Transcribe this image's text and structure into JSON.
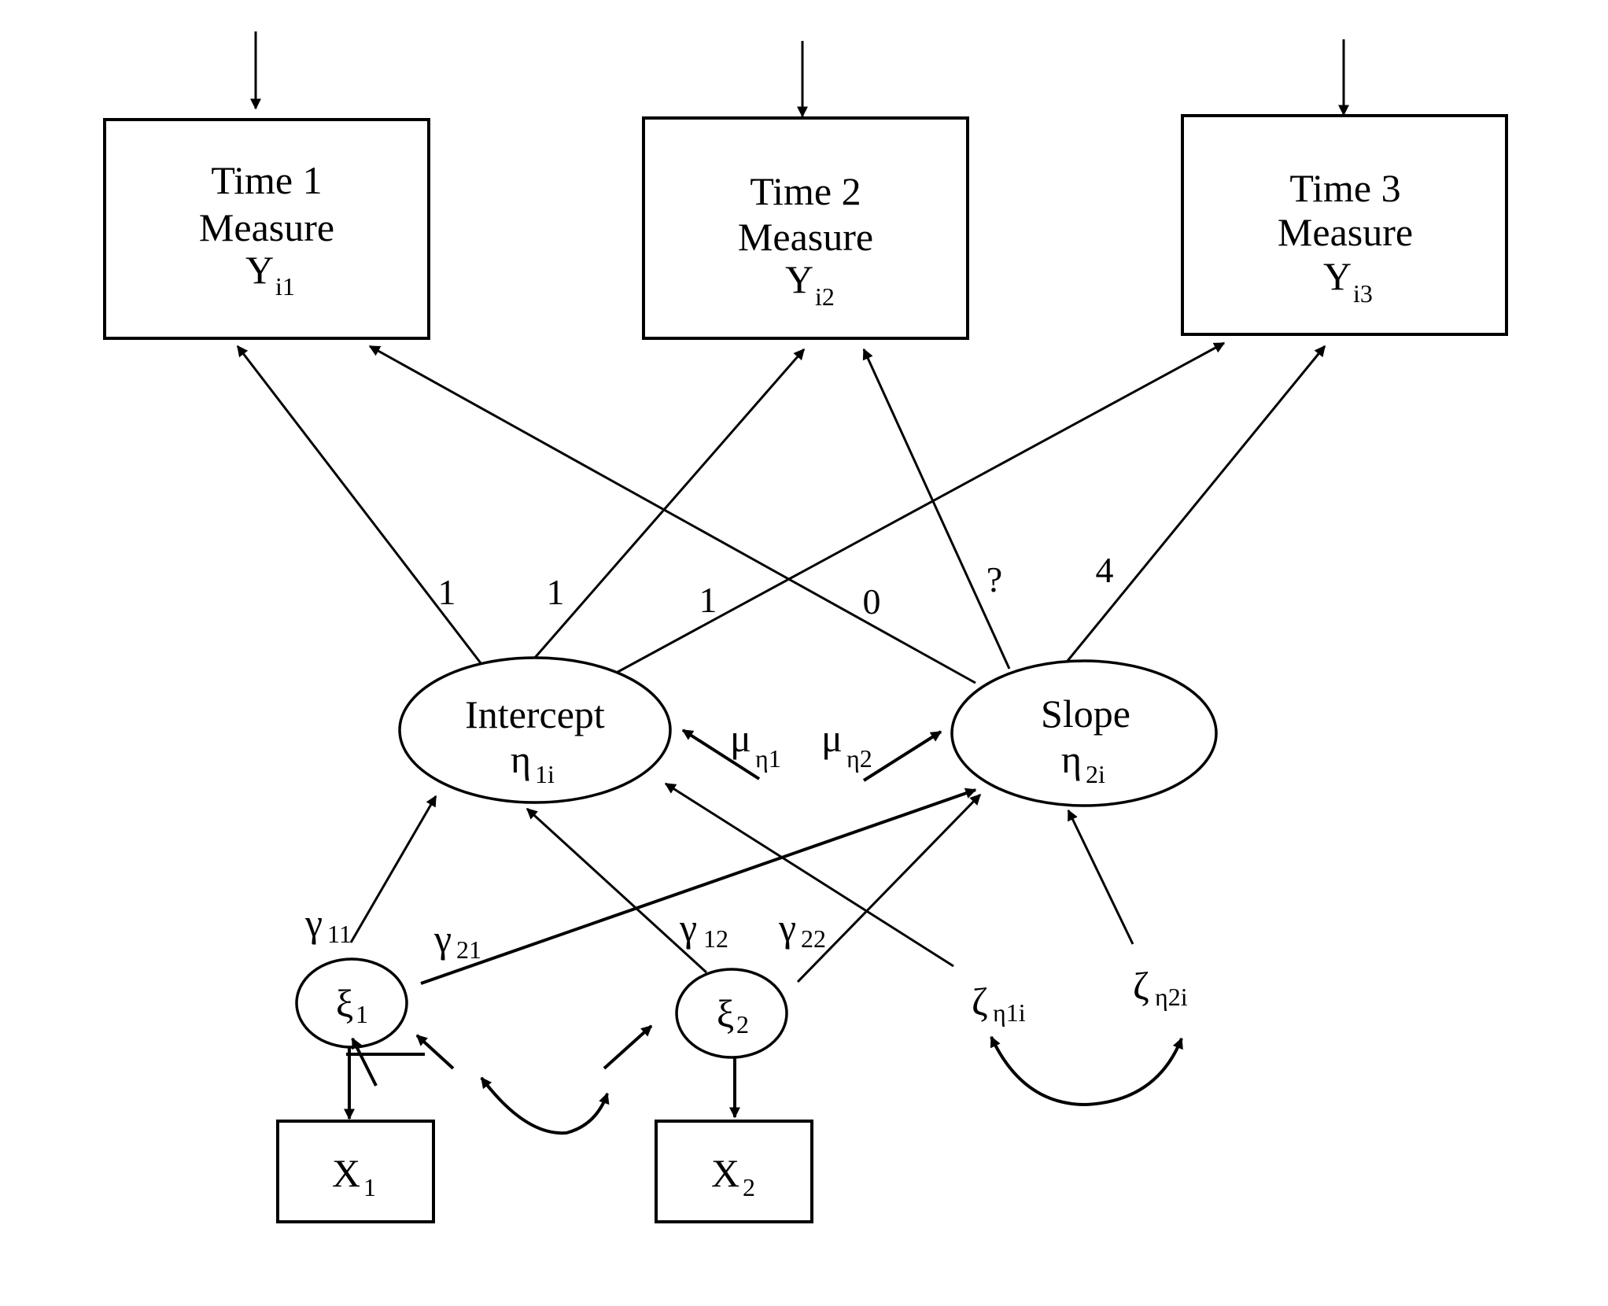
{
  "diagram": {
    "type": "latent growth curve path diagram",
    "measures": [
      {
        "line1": "Time 1",
        "line2": "Measure",
        "symbol": "Y",
        "subscript": "i1"
      },
      {
        "line1": "Time 2",
        "line2": "Measure",
        "symbol": "Y",
        "subscript": "i2"
      },
      {
        "line1": "Time 3",
        "line2": "Measure",
        "symbol": "Y",
        "subscript": "i3"
      }
    ],
    "factors": {
      "intercept": {
        "label": "Intercept",
        "symbol": "η",
        "subscript": "1i"
      },
      "slope": {
        "label": "Slope",
        "symbol": "η",
        "subscript": "2i"
      }
    },
    "loadings": {
      "intercept": [
        "1",
        "1",
        "1"
      ],
      "slope": [
        "0",
        "?",
        "4"
      ]
    },
    "means": {
      "mu1": {
        "symbol": "μ",
        "subscript": "η1"
      },
      "mu2": {
        "symbol": "μ",
        "subscript": "η2"
      }
    },
    "covariates": [
      {
        "symbol": "ξ",
        "subscript": "1",
        "indicator": "X",
        "indicator_subscript": "1"
      },
      {
        "symbol": "ξ",
        "subscript": "2",
        "indicator": "X",
        "indicator_subscript": "2"
      }
    ],
    "gammas": [
      {
        "symbol": "γ",
        "subscript": "11"
      },
      {
        "symbol": "γ",
        "subscript": "21"
      },
      {
        "symbol": "γ",
        "subscript": "12"
      },
      {
        "symbol": "γ",
        "subscript": "22"
      }
    ],
    "disturbances": [
      {
        "symbol": "ζ",
        "subscript": "η1i"
      },
      {
        "symbol": "ζ",
        "subscript": "η2i"
      }
    ]
  }
}
